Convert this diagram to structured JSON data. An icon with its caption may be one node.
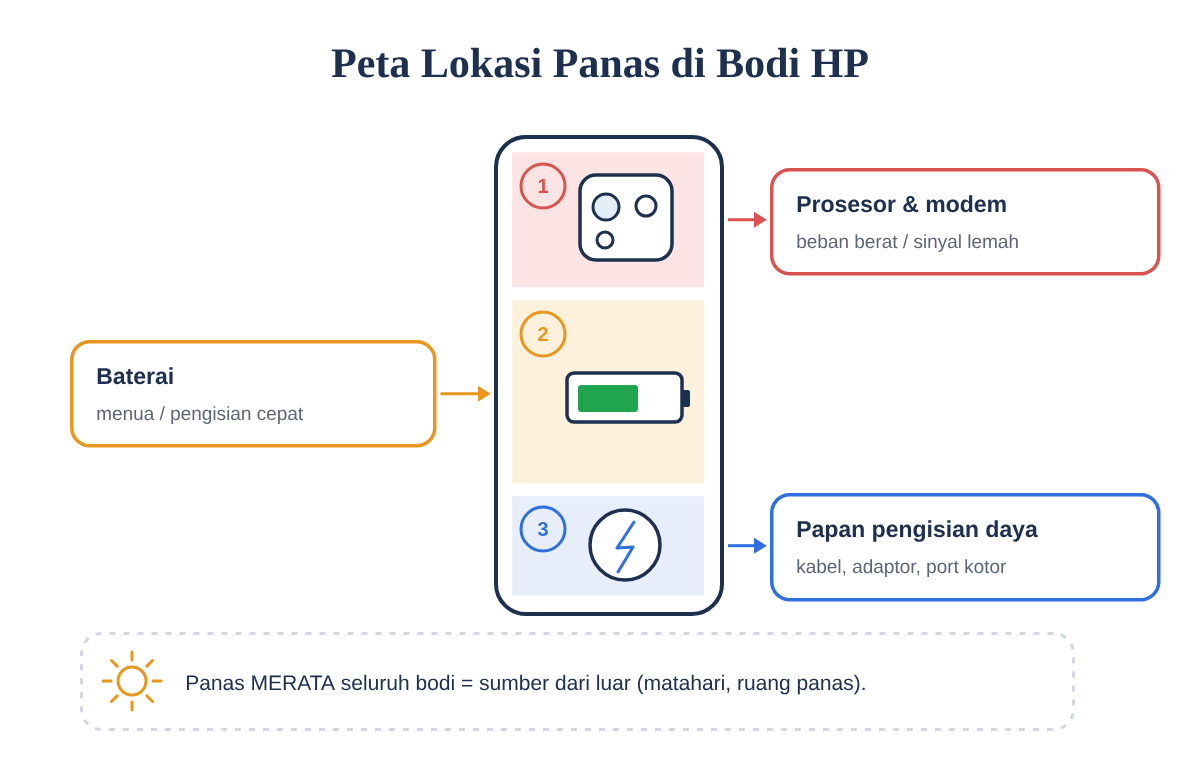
{
  "diagram": {
    "title": "Peta Lokasi Panas di Bodi HP",
    "nodes": [
      {
        "text": [],
        "shape": "box"
      },
      {
        "text": [],
        "shape": "box",
        "in": 0
      },
      {
        "text": [
          "1"
        ],
        "in": 1
      },
      {
        "text": [],
        "shape": "box",
        "in": 0
      },
      {
        "text": [
          "2"
        ],
        "in": 3
      },
      {
        "text": [],
        "shape": "box",
        "in": 0
      },
      {
        "text": [
          "3"
        ],
        "in": 5
      },
      {
        "text": [
          "Prosesor & modem",
          "beban berat / sinyal lemah"
        ]
      },
      {
        "text": [
          "Baterai",
          "menua / pengisian cepat"
        ]
      },
      {
        "text": [
          "Papan pengisian daya",
          "kabel, adaptor, port kotor"
        ]
      },
      {
        "text": [
          "Panas MERATA seluruh bodi = sumber dari luar (matahari, ruang panas)."
        ]
      }
    ],
    "edges": [
      {
        "from": 1,
        "to": 7,
        "arrow": "to",
        "color": "#d9534f"
      },
      {
        "from": 8,
        "to": 0,
        "arrow": "to",
        "color": "#e8961e"
      },
      {
        "from": 5,
        "to": 9,
        "arrow": "to",
        "color": "#2f6fe0"
      }
    ]
  }
}
